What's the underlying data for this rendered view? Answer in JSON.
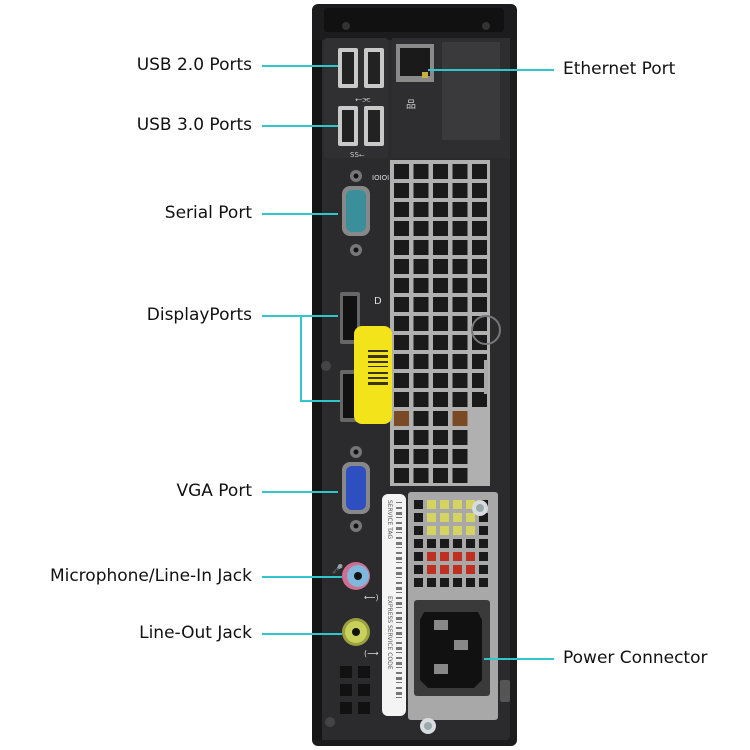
{
  "title": "Computer Rear Panel Port Diagram",
  "colors": {
    "leader_line": "#2fc6cc",
    "chassis": "#1c1c1e",
    "panel": "#2a2a2c",
    "serial_port": "#3a8f9a",
    "vga_port": "#2e4fc0",
    "mic_jack": "#7fb8dc",
    "mic_ring": "#d07090",
    "line_out_jack": "#c8d25a",
    "sticker": "#f2e31a",
    "psu_grill_red": "#c03020",
    "psu_grill_yellow": "#d6d460"
  },
  "labels": {
    "usb2": "USB 2.0 Ports",
    "usb3": "USB 3.0 Ports",
    "serial": "Serial Port",
    "displayports": "DisplayPorts",
    "vga": "VGA Port",
    "mic": "Microphone/Line-In Jack",
    "lineout": "Line-Out Jack",
    "ethernet": "Ethernet Port",
    "power": "Power Connector"
  },
  "panel_markings": {
    "serial_glyph": "IOIOI",
    "service_label": "SERVICE TAG",
    "express_label": "EXPRESS SERVICE CODE"
  },
  "icons": [
    "usb-icon",
    "usb-ss-icon",
    "network-icon",
    "displayport-icon",
    "microphone-icon",
    "audio-in-icon",
    "audio-out-icon"
  ]
}
